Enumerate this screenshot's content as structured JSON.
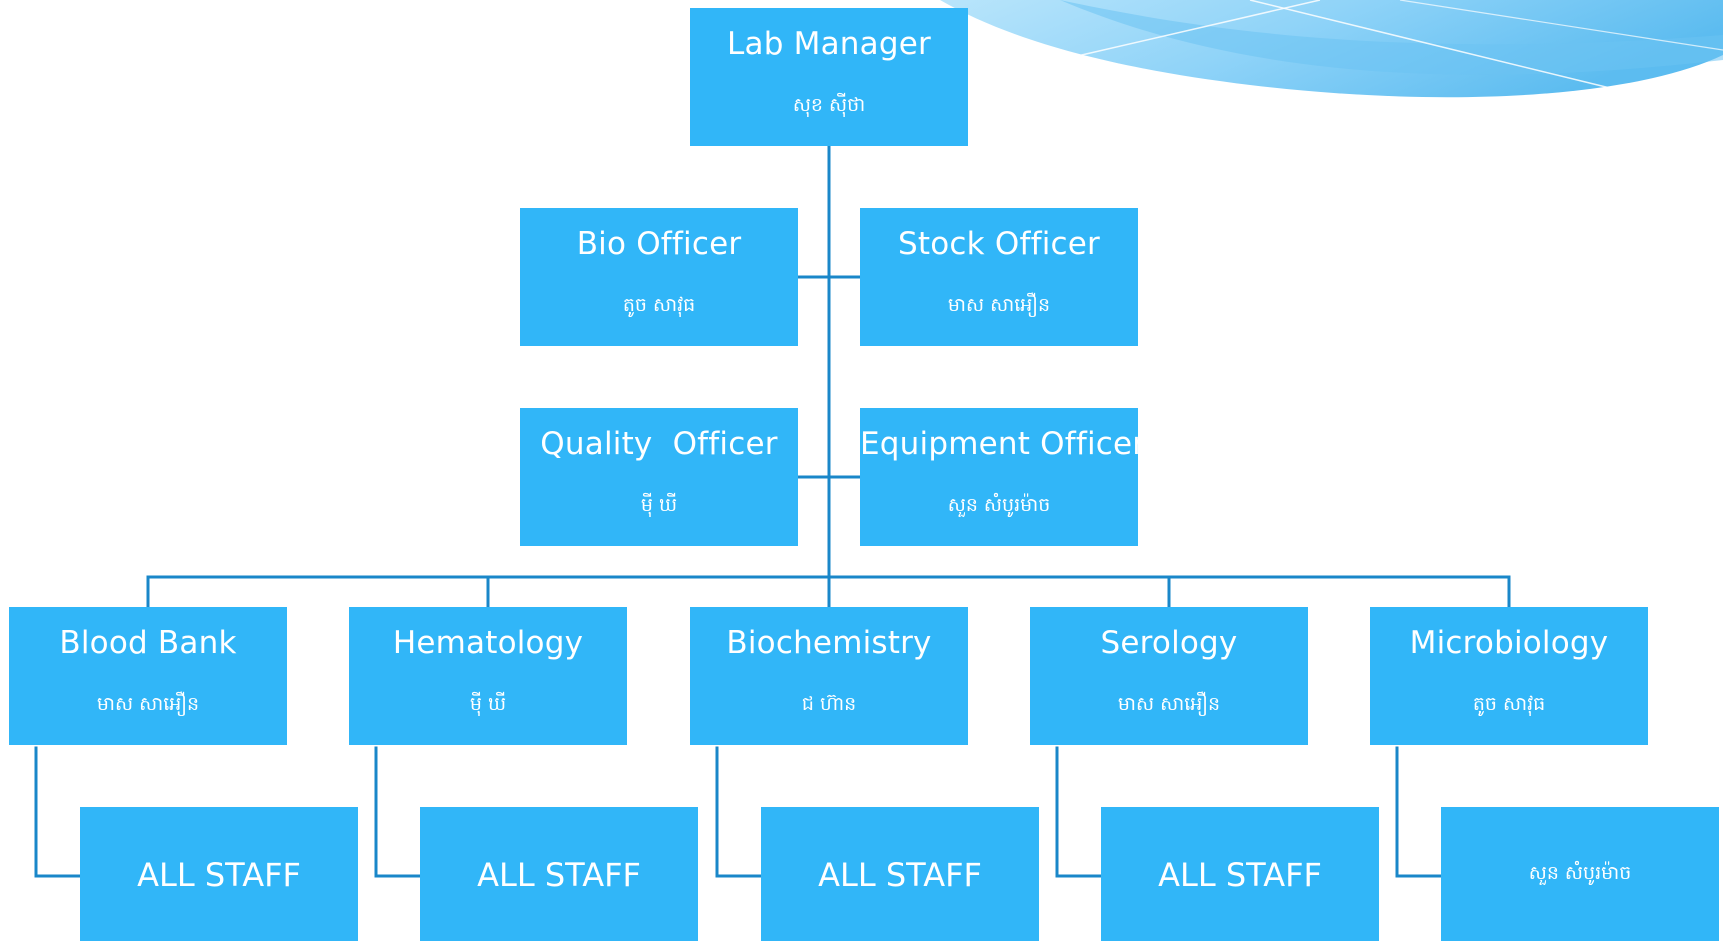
{
  "colors": {
    "node_fill": "#31b6f8",
    "connector": "#1a87c9",
    "swoosh": "#7ccdf7"
  },
  "chart": {
    "root": {
      "title": "Lab Manager",
      "name": "សុខ ស៊ីថា"
    },
    "officers": [
      {
        "title": "Bio Officer",
        "name": "តូច សាវុធ"
      },
      {
        "title": "Stock Officer",
        "name": "មាស សាអឿន"
      },
      {
        "title": "Quality  Officer",
        "name": "ម៉ី ឃី"
      },
      {
        "title": "Equipment Officer",
        "name": "សួន សំបូរម៉ាច"
      }
    ],
    "departments": [
      {
        "title": "Blood Bank",
        "name": "មាស សាអឿន",
        "staff": "ALL STAFF"
      },
      {
        "title": "Hematology",
        "name": "ម៉ី ឃី",
        "staff": "ALL STAFF"
      },
      {
        "title": "Biochemistry",
        "name": "ជ ហ៊ាន",
        "staff": "ALL STAFF"
      },
      {
        "title": "Serology",
        "name": "មាស សាអឿន",
        "staff": "ALL STAFF"
      },
      {
        "title": "Microbiology",
        "name": "តូច សាវុធ",
        "staff": "សួន សំបូរម៉ាច"
      }
    ]
  }
}
